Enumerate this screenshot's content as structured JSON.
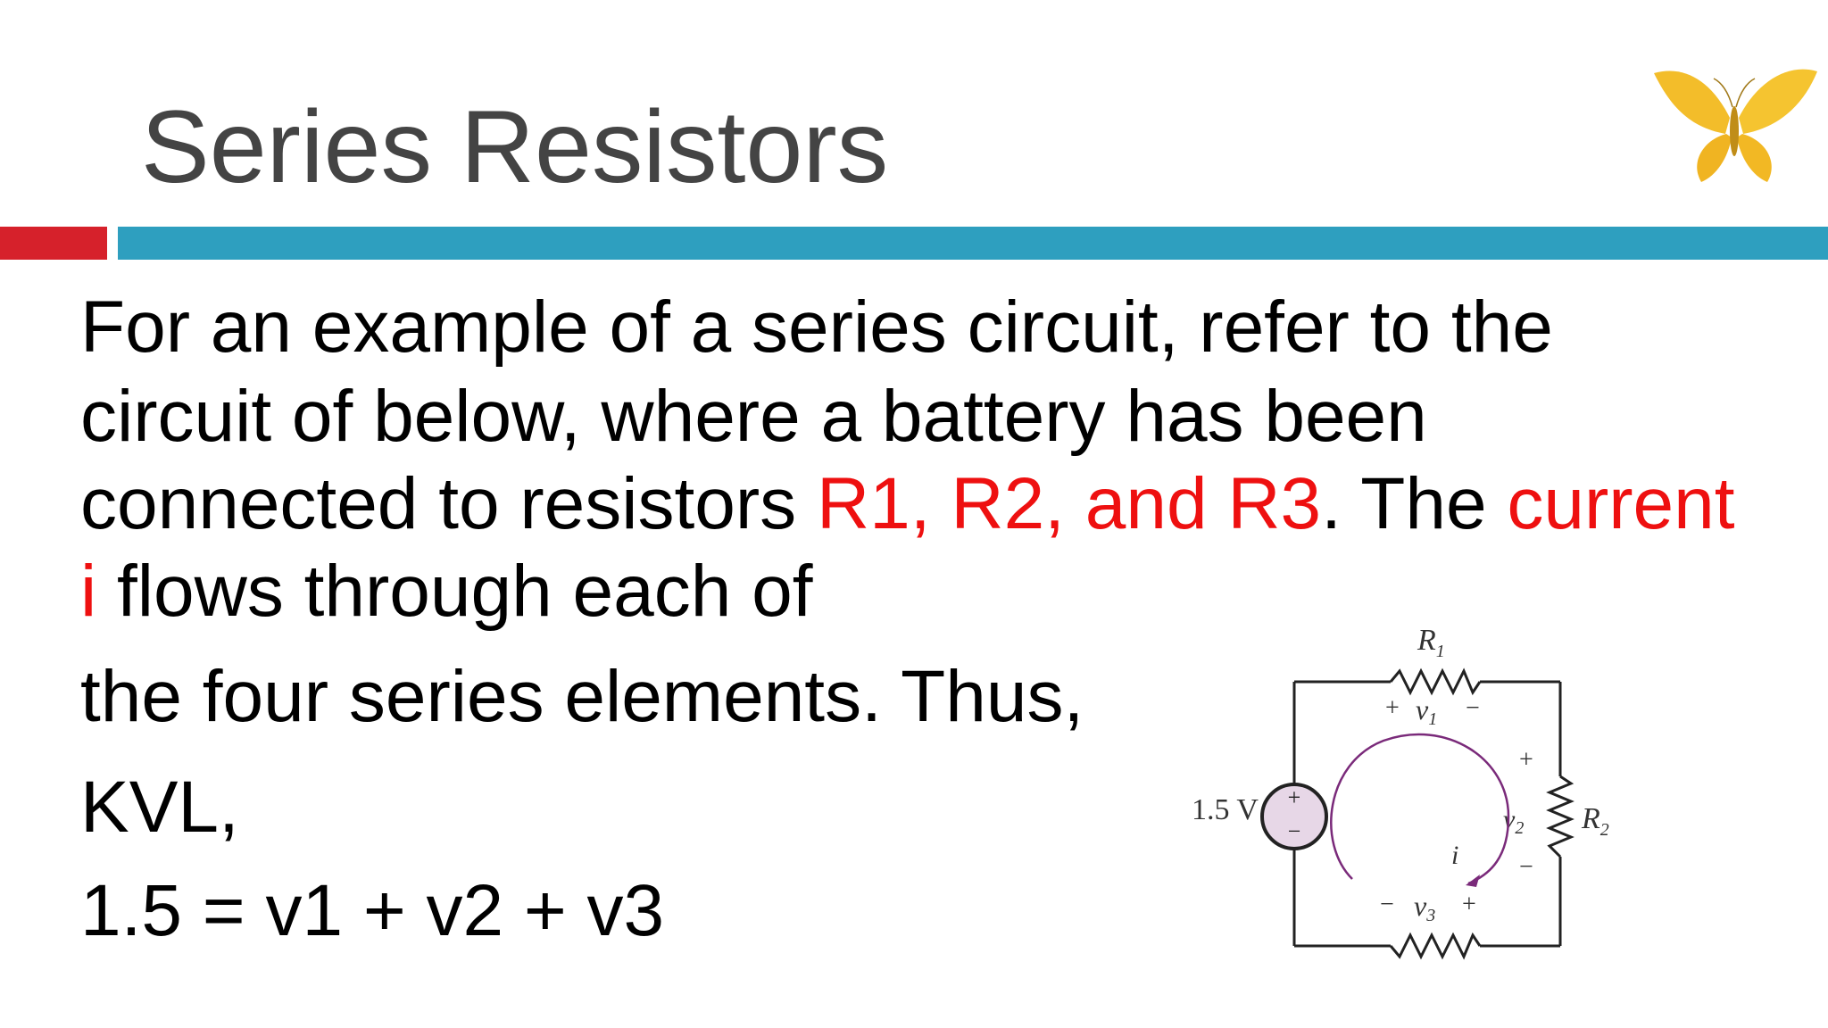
{
  "slide": {
    "title": "Series Resistors",
    "accent_colors": {
      "title": "#444444",
      "bar_red": "#d6212b",
      "bar_blue": "#2e9fbf",
      "highlight_red": "#ee1010"
    },
    "logo_icon": "butterfly-icon"
  },
  "body": {
    "line1": "For an example of a series circuit, refer to the",
    "line2": "circuit of below, where a battery has been",
    "line3_a": "connected to resistors ",
    "line3_b": "R1, R2, and R3",
    "line3_c": ". The ",
    "line3_d": "current",
    "line4_a": "i",
    "line4_b": " flows through each of",
    "line5": "the four series elements. Thus,",
    "line6": "KVL,",
    "line7": "1.5 = v1 + v2 + v3"
  },
  "circuit": {
    "source_label": "1.5 V",
    "r1_label": "R",
    "r1_sub": "1",
    "r2_label": "R",
    "r2_sub": "2",
    "v1_label": "v",
    "v1_sub": "1",
    "v2_label": "v",
    "v2_sub": "2",
    "v3_label": "v",
    "v3_sub": "3",
    "current_label": "i",
    "plus": "+",
    "minus": "−"
  }
}
